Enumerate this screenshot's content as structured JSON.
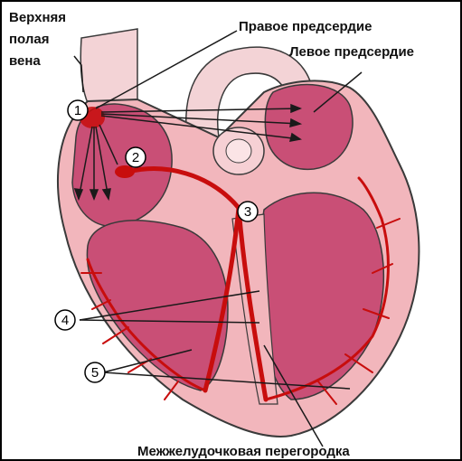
{
  "labels": {
    "svc_line1": "Верхняя",
    "svc_line2": "полая",
    "svc_line3": "вена",
    "right_atrium": "Правое предсердие",
    "left_atrium": "Левое предсердие",
    "septum": "Межжелудочковая перегородка"
  },
  "markers": [
    "1",
    "2",
    "3",
    "4",
    "5"
  ],
  "colors": {
    "myocardium": "#f2b6bc",
    "chamber": "#c94f76",
    "conduction": "#c80d0d",
    "outline": "#3a3a3a"
  }
}
